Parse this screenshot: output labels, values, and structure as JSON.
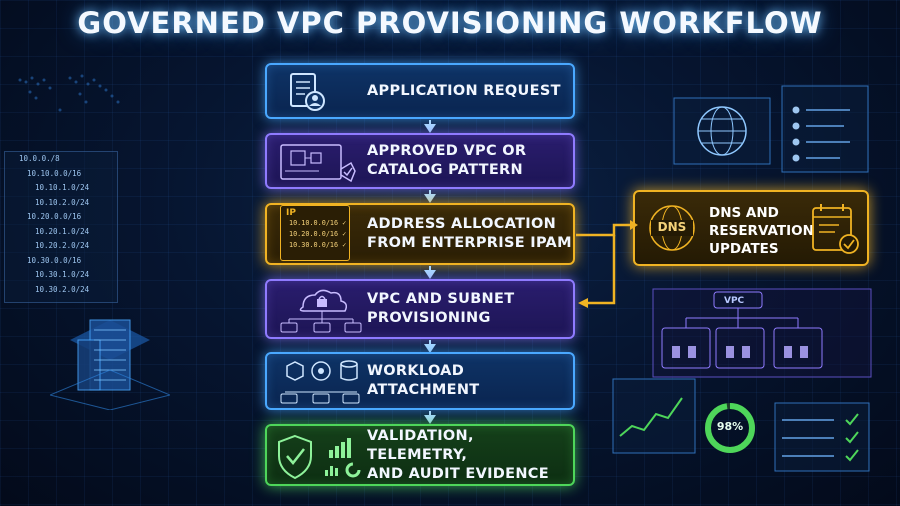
{
  "title": "GOVERNED VPC PROVISIONING WORKFLOW",
  "steps": [
    {
      "label": "APPLICATION REQUEST",
      "icon": "document-user-icon"
    },
    {
      "label": "APPROVED VPC OR\nCATALOG PATTERN",
      "icon": "blueprint-icon"
    },
    {
      "label": "ADDRESS ALLOCATION\nFROM ENTERPRISE IPAM",
      "icon": "ip-list-icon"
    },
    {
      "label": "VPC AND SUBNET\nPROVISIONING",
      "icon": "cloud-network-icon"
    },
    {
      "label": "WORKLOAD ATTACHMENT",
      "icon": "workload-icons"
    },
    {
      "label": "VALIDATION, TELEMETRY,\nAND AUDIT EVIDENCE",
      "icon": "shield-check-icon"
    }
  ],
  "side_panel": {
    "label": "DNS AND\nRESERVATION\nUPDATES",
    "badge": "DNS"
  },
  "ip_card": {
    "header": "IP",
    "lines": [
      "10.10.0.0/16 ✓",
      "10.20.0.0/16 ✓",
      "10.30.0.0/16 ✓"
    ]
  },
  "ipam_list": [
    "10.0.0./8",
    "10.10.0.0/16",
    "10.10.1.0/24",
    "10.10.2.0/24",
    "10.20.0.0/16",
    "10.20.1.0/24",
    "10.20.2.0/24",
    "10.30.0.0/16",
    "10.30.1.0/24",
    "10.30.2.0/24"
  ],
  "decor": {
    "vpc_tag": "VPC",
    "gauge_percent": "98%"
  },
  "colors": {
    "blue": "#4aa8ff",
    "purple": "#8f7bff",
    "gold": "#f0b323",
    "green": "#4ed65a"
  }
}
